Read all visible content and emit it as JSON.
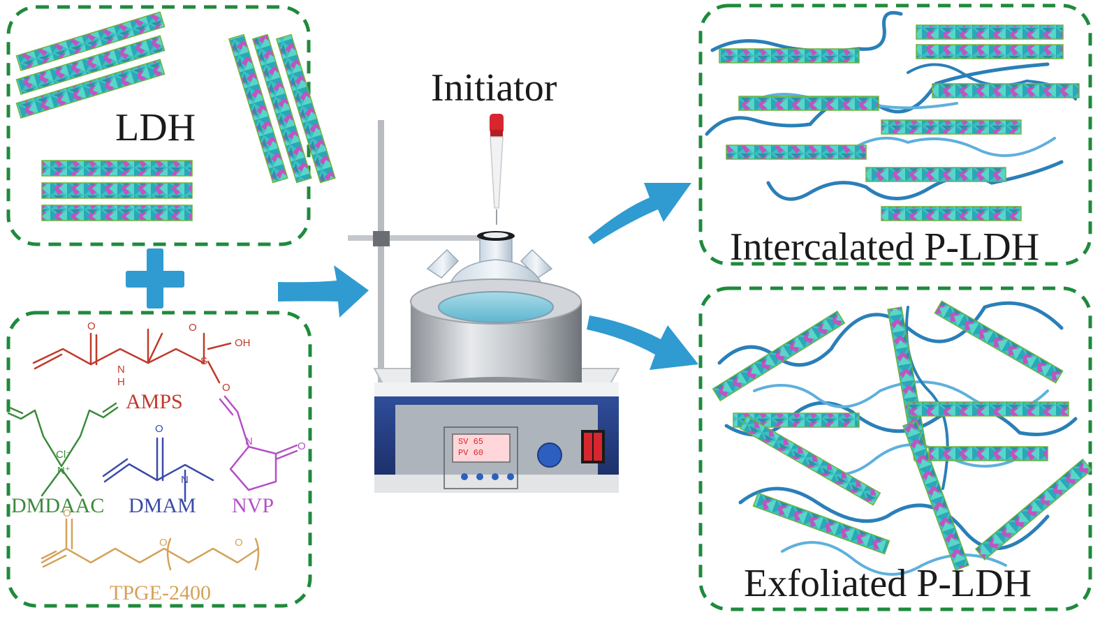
{
  "labels": {
    "ldh": "LDH",
    "initiator": "Initiator",
    "intercalated": "Intercalated P-LDH",
    "exfoliated": "Exfoliated P-LDH"
  },
  "monomers": {
    "amps": "AMPS",
    "dmdaac": "DMDAAC",
    "dmam": "DMAM",
    "nvp": "NVP",
    "tpge": "TPGE-2400"
  },
  "atoms": {
    "oh": "OH",
    "o": "O",
    "s": "S",
    "n": "N",
    "h": "H",
    "cl": "Cl⁻",
    "n_plus": "N⁺"
  },
  "display": {
    "sv": "SV 65",
    "pv": "PV 60"
  },
  "colors": {
    "border_green": "#1f8a3c",
    "arrow_blue": "#2f9bd1",
    "amps": "#c0392b",
    "dmdaac": "#3a8a3a",
    "dmam": "#3a4aa8",
    "nvp": "#b44fc8",
    "tpge": "#d4a25a",
    "polymer": "#2a7fb8",
    "sheet_teal": "#3cc0c0",
    "sheet_magenta": "#c054c0"
  }
}
